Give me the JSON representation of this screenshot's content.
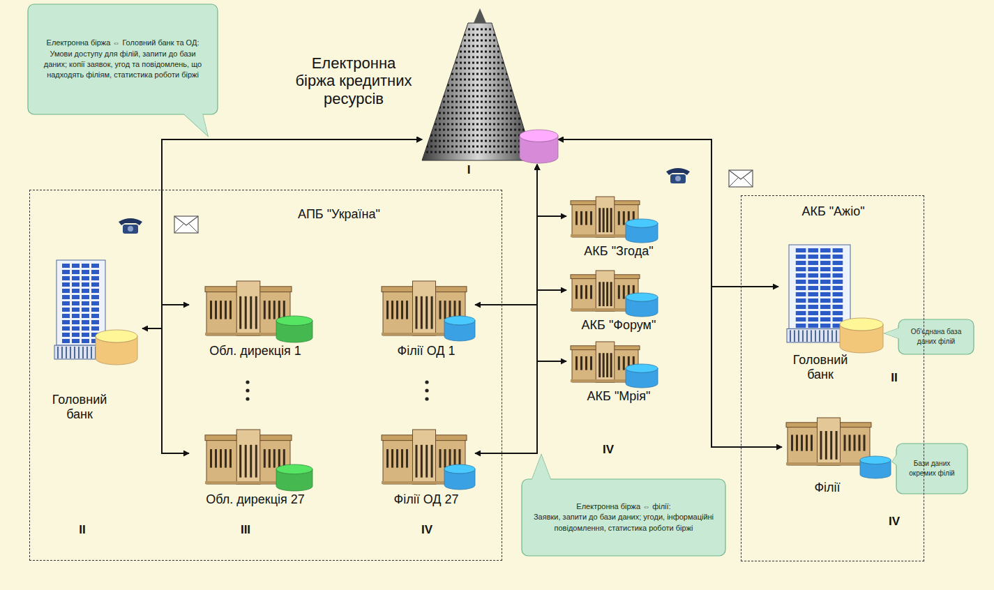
{
  "diagram": {
    "nodes": [
      {
        "text": [
          "Електронна біржа ⇔ Головний банк та ОД:",
          "Умови доступу для філій, запити до бази даних; копії заявок, угод та повідомлень, що надходять філіям, статистика роботи біржі"
        ]
      },
      {
        "text": [
          "Електронна біржа кредитних ресурсів"
        ]
      },
      {
        "text": [
          "АПБ \"Україна\""
        ]
      },
      {
        "text": [
          "Головний банк"
        ],
        "in": 2
      },
      {
        "text": [
          "Обл. дирекція 1"
        ],
        "in": 2
      },
      {
        "text": [
          "Обл. дирекція 27"
        ],
        "in": 2
      },
      {
        "text": [
          "Філії ОД 1"
        ],
        "in": 2
      },
      {
        "text": [
          "Філії ОД 27"
        ],
        "in": 2
      },
      {
        "text": [
          "АКБ \"Згода\""
        ]
      },
      {
        "text": [
          "АКБ \"Форум\""
        ]
      },
      {
        "text": [
          "АКБ \"Мрія\""
        ]
      },
      {
        "text": [
          "АКБ \"Ажіо\""
        ]
      },
      {
        "text": [
          "Головний банк"
        ],
        "in": 11
      },
      {
        "text": [
          "Філії"
        ],
        "in": 11
      },
      {
        "text": [
          "Об'єднана база даних філій"
        ]
      },
      {
        "text": [
          "Бази даних окремих філій"
        ]
      },
      {
        "text": [
          "Електронна біржа ⇔ філії:",
          "Заявки, запити до бази даних; угоди, інформаційні повідомлення, статистика роботи біржі"
        ]
      }
    ],
    "edges": [
      {
        "from": 1,
        "to": 3,
        "arrow": "both"
      },
      {
        "from": 1,
        "to": 4,
        "arrow": "both"
      },
      {
        "from": 1,
        "to": 5,
        "arrow": "both"
      },
      {
        "from": 1,
        "to": 6,
        "arrow": "both"
      },
      {
        "from": 1,
        "to": 7,
        "arrow": "both"
      },
      {
        "from": 1,
        "to": 8,
        "arrow": "both"
      },
      {
        "from": 1,
        "to": 9,
        "arrow": "both"
      },
      {
        "from": 1,
        "to": 10,
        "arrow": "both"
      },
      {
        "from": 1,
        "to": 12,
        "arrow": "both"
      },
      {
        "from": 1,
        "to": 13,
        "arrow": "both"
      }
    ],
    "labels": [
      "I",
      "II",
      "III",
      "IV",
      "IV",
      "II",
      "IV"
    ]
  }
}
